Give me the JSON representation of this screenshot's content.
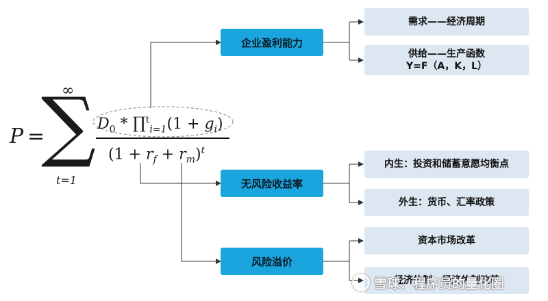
{
  "formula": {
    "lhs": "P",
    "equals": "=",
    "sum_symbol": "∑",
    "sum_upper": "∞",
    "sum_lower": "t=1",
    "numerator": {
      "d": "D",
      "d_sub": "0",
      "times": " * ",
      "prod": "∏",
      "prod_sub": "i=1",
      "prod_sup": "t",
      "paren_open": "(1 + ",
      "g": "g",
      "g_sub": "i",
      "paren_close": ")"
    },
    "denominator": {
      "paren_open": "(1 + ",
      "r1": "r",
      "r1_sub": "f",
      "plus": " + ",
      "r2": "r",
      "r2_sub": "m",
      "paren_close": ")",
      "sup": "t"
    }
  },
  "nodes": [
    {
      "label": "企业盈利能力",
      "children": [
        {
          "lines": [
            "需求——经济周期"
          ]
        },
        {
          "lines": [
            "供给——生产函数",
            "Y=F（A，K，L）"
          ]
        }
      ]
    },
    {
      "label": "无风险收益率",
      "children": [
        {
          "lines": [
            "内生：投资和储蓄意愿均衡点"
          ]
        },
        {
          "lines": [
            "外生：货币、汇率政策"
          ]
        }
      ]
    },
    {
      "label": "风险溢价",
      "children": [
        {
          "lines": [
            "资本市场改革"
          ]
        },
        {
          "lines": [
            "经济体制、经济体制改革"
          ]
        }
      ]
    }
  ],
  "watermark": "雪球：程序员的量化圈",
  "colors": {
    "node_fill": "#1ba5df",
    "leaf_fill": "#dde7f2",
    "connector": "#333333",
    "ellipse": "#999999"
  }
}
